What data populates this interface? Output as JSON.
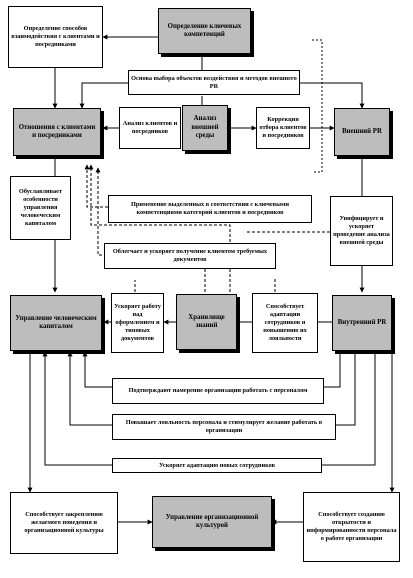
{
  "nodes": {
    "define_methods": "Определение способов взаимодействия с клиентами и посредниками",
    "define_competencies": "Определение ключевых компетенций",
    "basis_selection": "Основа выбора объектов воздействия и методов внешнего PR",
    "client_relations": "Отношения с клиентами и посредниками",
    "client_analysis": "Анализ клиентов и посредников",
    "env_analysis": "Анализ внешней среды",
    "correction": "Коррекция отбора клиентов и посредников",
    "external_pr": "Внешний PR",
    "hr_specifics": "Обуславливает особенности управления человеческим капиталом",
    "apply_competencies": "Применение выделенных в соответствии с ключевыми компетенциями категорий клиентов и посредников",
    "unify_env": "Унифицирует и ускоряет проведение анализа внешней среды",
    "docs_access": "Облегчает и ускоряет получение клиентом требуемых документов",
    "hr_management": "Управление человеческим капиталом",
    "speeds_docs": "Ускоряет работу над оформлением и типовых документов",
    "knowledge_storage": "Хранилище знаний",
    "adaptation": "Способствует адаптации сотрудников и повышению их лояльности",
    "internal_pr": "Внутренний PR",
    "confirms_work": "Подтверждают намерение организации работать с персоналом",
    "raises_loyalty": "Повышает лояльность персонала и стимулирует желание работать в организации",
    "speeds_adaptation": "Ускоряет адаптацию новых сотрудников",
    "reinforce_behavior": "Способствует закреплению желаемого поведения и организационной культуры",
    "org_culture": "Управление организационной культурой",
    "openness": "Способствует созданию открытости и информированности персонала о работе организации"
  }
}
